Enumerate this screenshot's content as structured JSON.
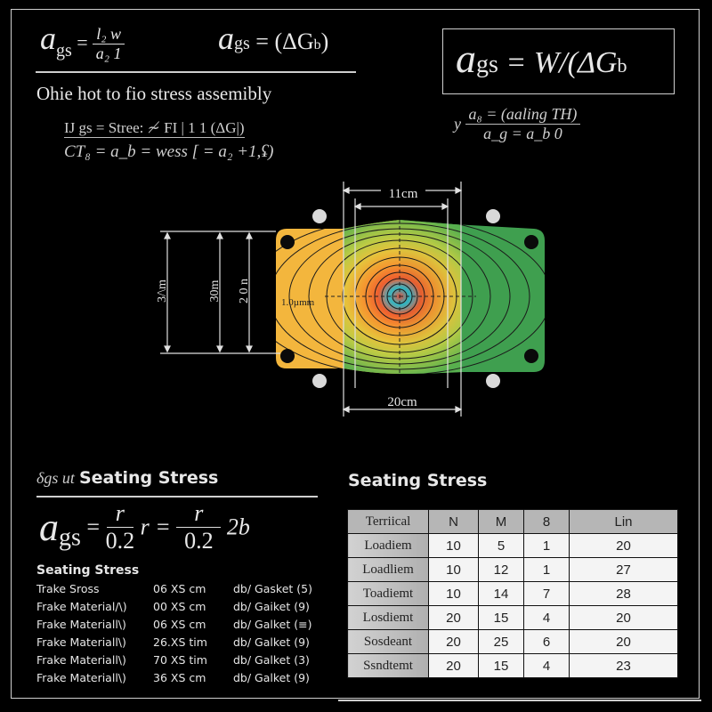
{
  "top_formulas": {
    "f1": {
      "lhs": "a",
      "sub": "gs",
      "eq": "=",
      "num": "l₂ w",
      "den": "a₂ 1"
    },
    "f2": {
      "lhs": "a",
      "sub": "gs",
      "rhs": "= (ΔG",
      "rhs_sub": "b",
      "close": ")"
    },
    "boxed": {
      "lhs": "a",
      "sub": "gs",
      "rhs": "= W/(ΔG",
      "rhs_sub": "b"
    },
    "subtitle": "Ohie hot to fio stress assemibly",
    "line1": "IJ gs = Stree: ≁ FI | 1 1 (ΔG|)",
    "line2": "CT₈ = a_b = wess [ = a₂ +1,ʢ)",
    "right_prefix": "y",
    "right_num": "a₈ = (aaling TH)",
    "right_den": "a_g = a_b 0"
  },
  "diagram": {
    "dim_top": "11cm",
    "dim_bottom": "20cm",
    "dim_left_outer": "3/\\m",
    "dim_left_mid": "30m",
    "dim_left_inner": "2 0 n",
    "center_label": "1.0µmm",
    "colors": {
      "left": "#f3b63d",
      "right": "#3f9f4f",
      "center_ring": "#2bb7c9",
      "core": "#e8533a"
    }
  },
  "bottom_left": {
    "heading_prefix": "δgs ut",
    "heading": "Seating Stress",
    "formula": {
      "lhs": "a",
      "sub": "gs",
      "num1": "r",
      "den1": "0.2",
      "mid": "r =",
      "num2": "r",
      "den2": "0.2",
      "tail": "2b"
    },
    "list_title": "Seating Stress",
    "rows": [
      {
        "name": "Trake Sross",
        "value": "06 XS cm",
        "unit": "db/ Gasket (5)"
      },
      {
        "name": "Frake Material/\\)",
        "value": "00 XS cm",
        "unit": "db/ Gaiket (9)"
      },
      {
        "name": "Frake Materiall\\)",
        "value": "06 XS cm",
        "unit": "db/ Galket (≡)"
      },
      {
        "name": "Frake Materiall\\)",
        "value": "26.XS tim",
        "unit": "db/ Galket (9)"
      },
      {
        "name": "Frake Materiall\\)",
        "value": "70 XS tim",
        "unit": "db/ Galket (3)"
      },
      {
        "name": "Frake Materiall\\)",
        "value": "36 XS cm",
        "unit": "db/ Galket (9)"
      }
    ]
  },
  "bottom_right": {
    "heading": "Seating Stress",
    "columns": [
      "Terriical",
      "N",
      "M",
      "8",
      "Lin"
    ],
    "rows": [
      [
        "Loadiem",
        "10",
        "5",
        "1",
        "20"
      ],
      [
        "Loadliem",
        "10",
        "12",
        "1",
        "27"
      ],
      [
        "Toadiemt",
        "10",
        "14",
        "7",
        "28"
      ],
      [
        "Losdiemt",
        "20",
        "15",
        "4",
        "20"
      ],
      [
        "Sosdeant",
        "20",
        "25",
        "6",
        "20"
      ],
      [
        "Ssndtemt",
        "20",
        "15",
        "4",
        "23"
      ]
    ]
  }
}
